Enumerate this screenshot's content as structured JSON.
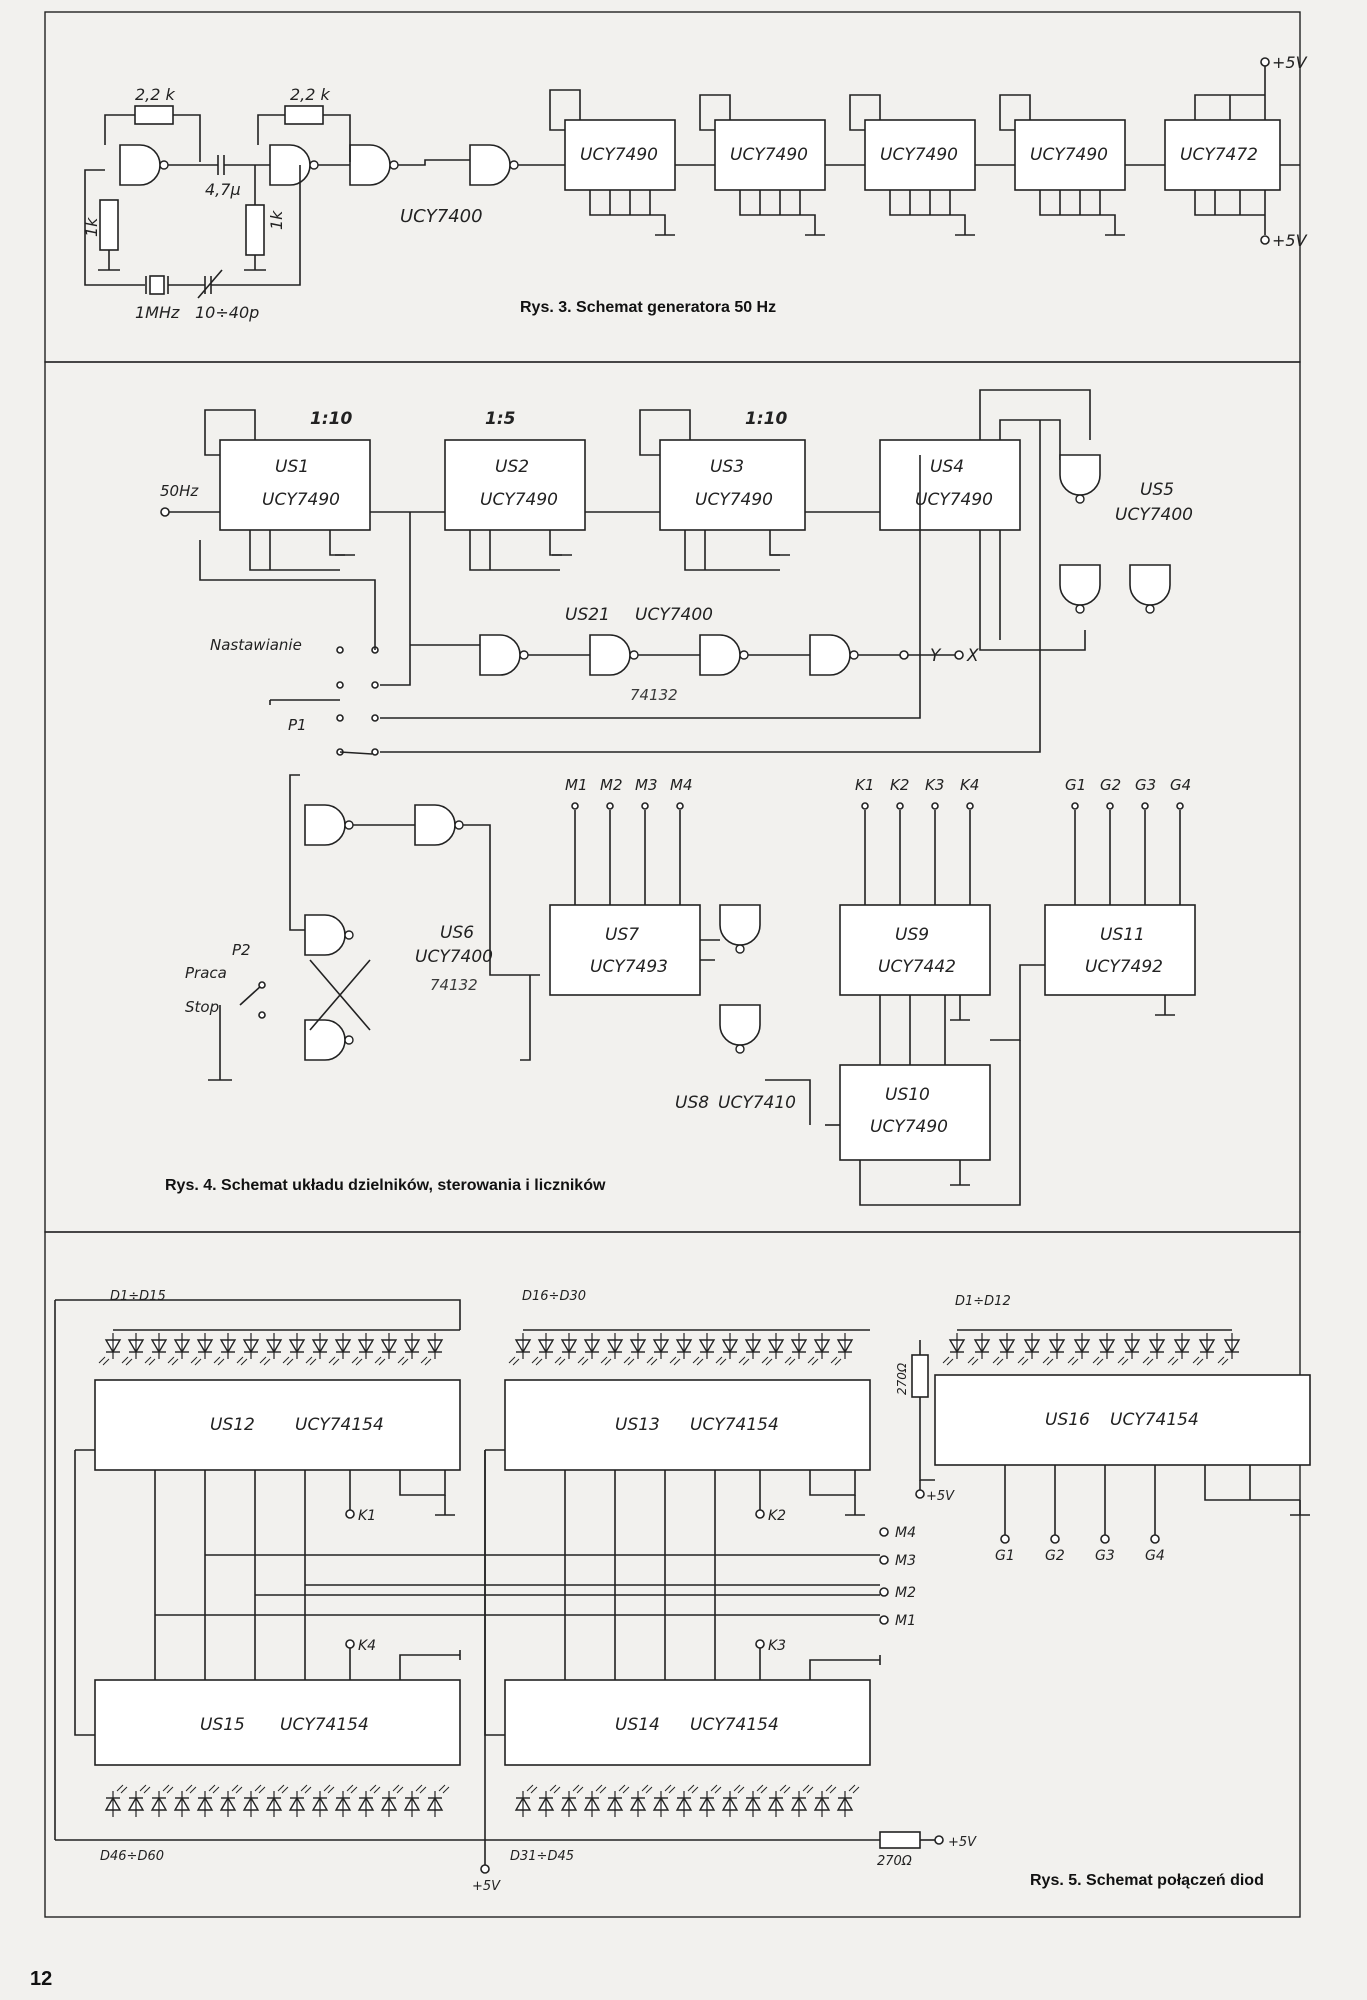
{
  "page_number": "12",
  "fig3": {
    "caption": "Rys. 3. Schemat generatora 50 Hz",
    "r1": "2,2 k",
    "r2": "2,2 k",
    "r3": "1k",
    "r4": "1k",
    "cap": "4,7µ",
    "crystal": "1MHz",
    "trimmer": "10÷40p",
    "gate_chip": "UCY7400",
    "counters": [
      "UCY7490",
      "UCY7490",
      "UCY7490",
      "UCY7490"
    ],
    "last_chip": "UCY7472",
    "vcc": "+5V"
  },
  "fig4": {
    "caption": "Rys. 4. Schemat układu dzielników, sterowania i liczników",
    "input": "50Hz",
    "ratios": [
      "1:10",
      "1:5",
      "1:10"
    ],
    "us1": {
      "name": "US1",
      "type": "UCY7490"
    },
    "us2": {
      "name": "US2",
      "type": "UCY7490"
    },
    "us3": {
      "name": "US3",
      "type": "UCY7490"
    },
    "us4": {
      "name": "US4",
      "type": "UCY7490"
    },
    "us5": {
      "name": "US5",
      "type": "UCY7400"
    },
    "us21": {
      "name": "US21",
      "type": "UCY7400",
      "note": "74132"
    },
    "us6": {
      "name": "US6",
      "type": "UCY7400",
      "note": "74132"
    },
    "us7": {
      "name": "US7",
      "type": "UCY7493"
    },
    "us8": {
      "name": "US8",
      "type": "UCY7410"
    },
    "us9": {
      "name": "US9",
      "type": "UCY7442"
    },
    "us10": {
      "name": "US10",
      "type": "UCY7490"
    },
    "us11": {
      "name": "US11",
      "type": "UCY7492"
    },
    "nastawianie": "Nastawianie",
    "p1": "P1",
    "p2": "P2",
    "praca": "Praca",
    "stop": "Stop",
    "out_y": "Y",
    "out_x": "X",
    "m_labels": [
      "M1",
      "M2",
      "M3",
      "M4"
    ],
    "k_labels": [
      "K1",
      "K2",
      "K3",
      "K4"
    ],
    "g_labels": [
      "G1",
      "G2",
      "G3",
      "G4"
    ]
  },
  "fig5": {
    "caption": "Rys. 5. Schemat połączeń diod",
    "chip_type": "UCY74154",
    "us12": "US12",
    "us13": "US13",
    "us14": "US14",
    "us15": "US15",
    "us16": "US16",
    "d_us12": "D1÷D15",
    "d_us13": "D16÷D30",
    "d_us14": "D31÷D45",
    "d_us15": "D46÷D60",
    "d_us16": "D1÷D12",
    "resistor": "270Ω",
    "resistor_small": "270Ω",
    "vcc": "+5V",
    "k_outs": [
      "K1",
      "K2",
      "K3",
      "K4"
    ],
    "m_outs": [
      "M4",
      "M3",
      "M2",
      "M1"
    ],
    "g_outs": [
      "G1",
      "G2",
      "G3",
      "G4"
    ]
  }
}
